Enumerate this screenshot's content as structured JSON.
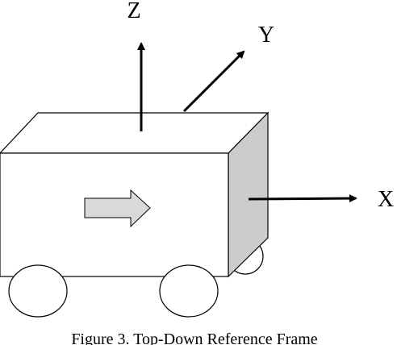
{
  "axes": {
    "z_label": "Z",
    "y_label": "Y",
    "x_label": "X"
  },
  "caption": "Figure 3. Top-Down Reference Frame",
  "colors": {
    "line": "#000000",
    "body_front": "#ffffff",
    "body_side": "#cccccc",
    "direction_arrow": "#d9d9d9"
  }
}
